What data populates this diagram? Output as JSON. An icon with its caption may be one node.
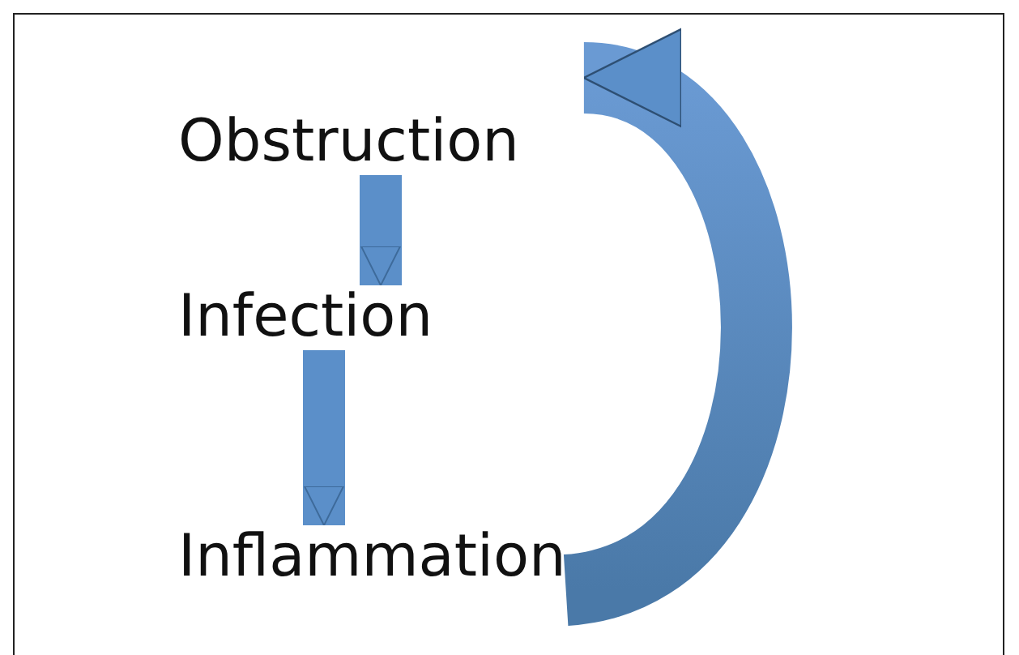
{
  "diagram": {
    "nodes": [
      {
        "text": [
          "Obstruction"
        ]
      },
      {
        "text": [
          "Infection"
        ]
      },
      {
        "text": [
          "Inflammation"
        ]
      }
    ],
    "edges": [
      {
        "from": 0,
        "to": 1,
        "arrow": "to"
      },
      {
        "from": 1,
        "to": 2,
        "arrow": "to"
      },
      {
        "from": 2,
        "to": 0,
        "arrow": "to",
        "style": "thick"
      }
    ]
  }
}
